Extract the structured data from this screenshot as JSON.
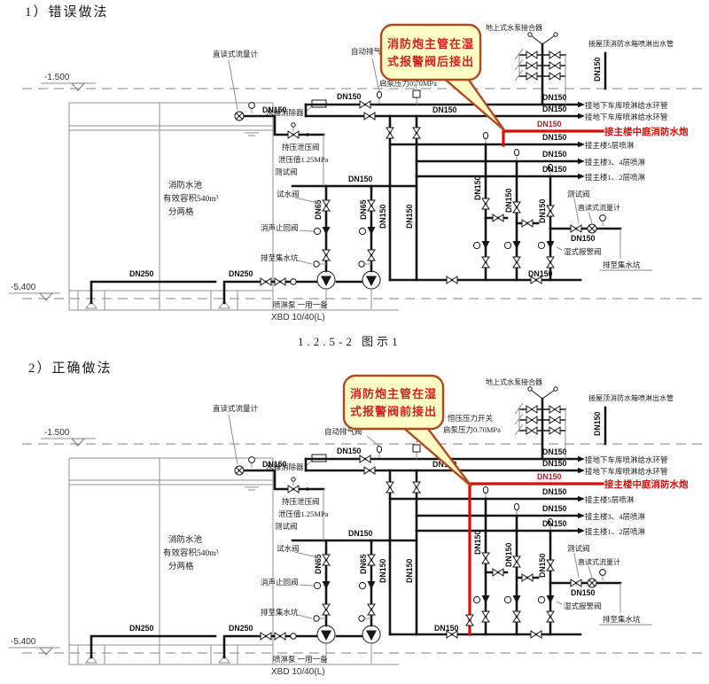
{
  "colors": {
    "red_pipe": "#d50f0a",
    "pipe": "#151515",
    "callout_bg": "#ffffc5",
    "callout_border": "#b0491f",
    "callout_text": "#d31f1f"
  },
  "p1": {
    "title": "1）错误做法",
    "callout_line1": "消防炮主管在湿",
    "callout_line2": "式报警阀后接出",
    "caption": "1.2.5-2  图示1"
  },
  "p2": {
    "title": "2）正确做法",
    "callout_line1": "消防炮主管在湿",
    "callout_line2": "式报警阀前接出"
  },
  "levels": {
    "upper": "-1.500",
    "lower": "-5.400"
  },
  "tank": {
    "line1": "消防水池",
    "line2": "有效容积540m³",
    "line3": "分两格"
  },
  "pipes": {
    "dn150": "DN150",
    "dn250": "DN250",
    "dn65": "DN65"
  },
  "labels": {
    "flow_meter": "直读式流量计",
    "hammer": "水锤消除器",
    "relief_valve": "持压泄压阀",
    "relief_set": "泄压值1.25MPa",
    "test_valve": "测试阀",
    "air_valve": "自动排气阀",
    "pressure_switch": "恒压压力开关",
    "start_pressure": "启泵压力0.70MPa",
    "water_test_valve": "试水阀",
    "silent_check": "消声止回阀",
    "drain_pit": "排至集水坑",
    "wet_alarm": "湿式报警阀",
    "pump_connector": "地上式水泵接合器",
    "roof_outlet": "接屋顶消防水箱喷淋出水管",
    "pump_name": "喷淋泵  一用一备",
    "pump_model": "XBD 10/40(L)"
  },
  "branches": [
    {
      "dn": "DN150",
      "dest": "接地下车库喷淋给水环管"
    },
    {
      "dn": "DN150",
      "dest": "接地下车库喷淋给水环管"
    },
    {
      "dn": "DN150",
      "dest": "接主楼中庭消防水炮"
    },
    {
      "dn": "DN150",
      "dest": "接主楼5层喷淋"
    },
    {
      "dn": "DN150",
      "dest": "接主楼3、4层喷淋"
    },
    {
      "dn": "DN150",
      "dest": "接主楼1、2层喷淋"
    }
  ]
}
